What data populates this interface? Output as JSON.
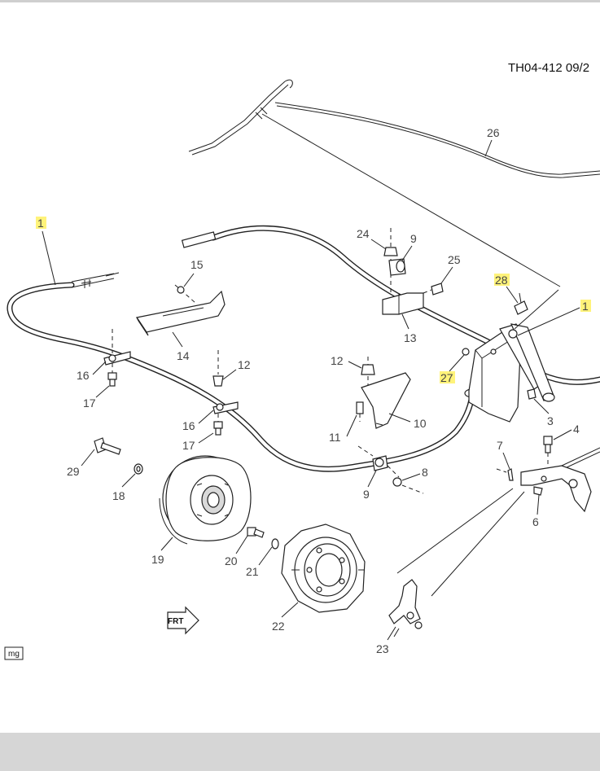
{
  "diagram": {
    "ref_code": "TH04-412  09/2",
    "stamp": "mg",
    "direction_label": "FRT",
    "callouts": [
      {
        "id": "1",
        "highlight": true
      },
      {
        "id": "1",
        "highlight": true
      },
      {
        "id": "3",
        "highlight": false
      },
      {
        "id": "4",
        "highlight": false
      },
      {
        "id": "6",
        "highlight": false
      },
      {
        "id": "7",
        "highlight": false
      },
      {
        "id": "8",
        "highlight": false
      },
      {
        "id": "9",
        "highlight": false
      },
      {
        "id": "9",
        "highlight": false
      },
      {
        "id": "10",
        "highlight": false
      },
      {
        "id": "11",
        "highlight": false
      },
      {
        "id": "12",
        "highlight": false
      },
      {
        "id": "12",
        "highlight": false
      },
      {
        "id": "13",
        "highlight": false
      },
      {
        "id": "14",
        "highlight": false
      },
      {
        "id": "15",
        "highlight": false
      },
      {
        "id": "16",
        "highlight": false
      },
      {
        "id": "16",
        "highlight": false
      },
      {
        "id": "17",
        "highlight": false
      },
      {
        "id": "17",
        "highlight": false
      },
      {
        "id": "18",
        "highlight": false
      },
      {
        "id": "19",
        "highlight": false
      },
      {
        "id": "20",
        "highlight": false
      },
      {
        "id": "21",
        "highlight": false
      },
      {
        "id": "22",
        "highlight": false
      },
      {
        "id": "23",
        "highlight": false
      },
      {
        "id": "24",
        "highlight": false
      },
      {
        "id": "25",
        "highlight": false
      },
      {
        "id": "26",
        "highlight": false
      },
      {
        "id": "27",
        "highlight": true
      },
      {
        "id": "28",
        "highlight": true
      },
      {
        "id": "29",
        "highlight": false
      }
    ]
  }
}
